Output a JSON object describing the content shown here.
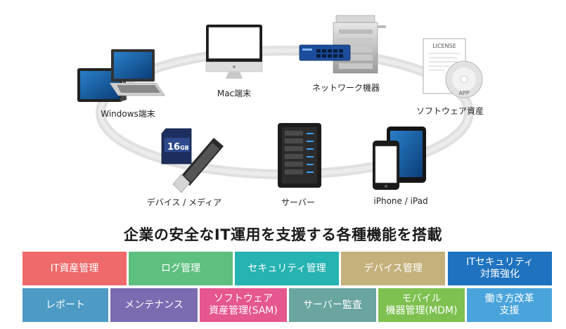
{
  "devices": [
    {
      "id": "windows",
      "label": "Windows端末",
      "icon": "windows-laptop-icon"
    },
    {
      "id": "mac",
      "label": "Mac端末",
      "icon": "mac-monitor-icon"
    },
    {
      "id": "network",
      "label": "ネットワーク機器",
      "icon": "network-device-icon"
    },
    {
      "id": "software",
      "label": "ソフトウェア資産",
      "icon": "license-software-icon"
    },
    {
      "id": "media",
      "label": "デバイス / メディア",
      "icon": "usb-media-icon"
    },
    {
      "id": "server",
      "label": "サーバー",
      "icon": "server-icon"
    },
    {
      "id": "mobile",
      "label": "iPhone / iPad",
      "icon": "mobile-device-icon"
    }
  ],
  "icon_text": {
    "license": "LICENSE",
    "app": "APP",
    "sd": "16",
    "sd_unit": "GB"
  },
  "headline": "企業の安全なIT運用を支援する各種機能を搭載",
  "features": [
    {
      "line1": "IT資産管理",
      "line2": "",
      "color": "#ee6a6b"
    },
    {
      "line1": "ログ管理",
      "line2": "",
      "color": "#5dc07f"
    },
    {
      "line1": "セキュリティ管理",
      "line2": "",
      "color": "#26b3b1"
    },
    {
      "line1": "デバイス管理",
      "line2": "",
      "color": "#c4b17c"
    },
    {
      "line1": "ITセキュリティ",
      "line2": "対策強化",
      "color": "#1e72bf"
    },
    {
      "line1": "レポート",
      "line2": "",
      "color": "#4d9bc4"
    },
    {
      "line1": "メンテナンス",
      "line2": "",
      "color": "#7b6bb0"
    },
    {
      "line1": "ソフトウェア",
      "line2": "資産管理(SAM)",
      "color": "#e5578e"
    },
    {
      "line1": "サーバー監査",
      "line2": "",
      "color": "#6aa5a0"
    },
    {
      "line1": "モバイル",
      "line2": "機器管理(MDM)",
      "color": "#7ec150"
    },
    {
      "line1": "働き方改革",
      "line2": "支援",
      "color": "#4aa4dc"
    }
  ]
}
